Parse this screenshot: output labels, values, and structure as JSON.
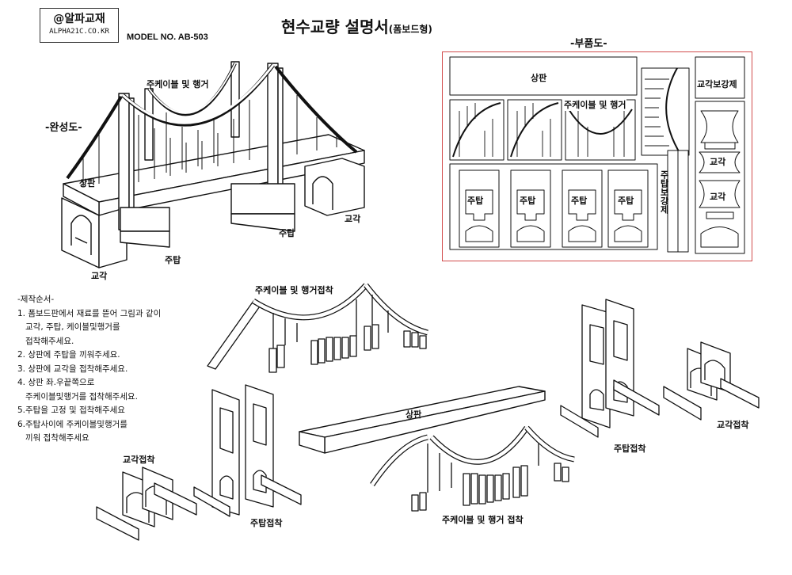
{
  "brand": {
    "name": "@알파교재",
    "url": "ALPHA21C.CO.KR"
  },
  "model": "MODEL NO.  AB-503",
  "title": {
    "main": "현수교량 설명서",
    "sub": "(폼보드형)"
  },
  "completed": {
    "heading": "-완성도-",
    "labels": {
      "cable": "주케이블 및 행거",
      "deck": "상판",
      "tower1": "주탑",
      "tower2": "주탑",
      "pier1": "교각",
      "pier2": "교각"
    }
  },
  "parts": {
    "heading": "-부품도-",
    "labels": {
      "deck": "상판",
      "cable": "주케이블 및 행거",
      "reinforce": "교각보강제",
      "tower1": "주탑",
      "tower2": "주탑",
      "tower3": "주탑",
      "tower4": "주탑",
      "tower_reinforce": "주탑보강제",
      "pier1": "교각",
      "pier2": "교각"
    }
  },
  "steps": {
    "heading": "-제작순서-",
    "lines": [
      "1. 폼보드판에서 재료를 뜯어 그림과 같이",
      "   교각, 주탑, 케이블및행거를",
      "   접착해주세요.",
      "2. 상판에 주탑을 끼워주세요.",
      "3. 상판에 교각을 접착해주세요.",
      "4. 상판 좌.우끝쪽으로",
      "   주케이블및행거를 접착해주세요.",
      "5.주탑을 고정 및 접착해주세요",
      "6.주탑사이에 주케이블및행거를",
      "   끼워 접착해주세요"
    ]
  },
  "assembly": {
    "cable_attach": "주케이블 및 행거접착",
    "deck": "상판",
    "tower_attach_right": "주탑접착",
    "pier_attach_right": "교각접착",
    "pier_attach_left": "교각접착",
    "tower_attach_left": "주탑접착",
    "cable_attach_bottom": "주케이블 및 행거 접착"
  }
}
